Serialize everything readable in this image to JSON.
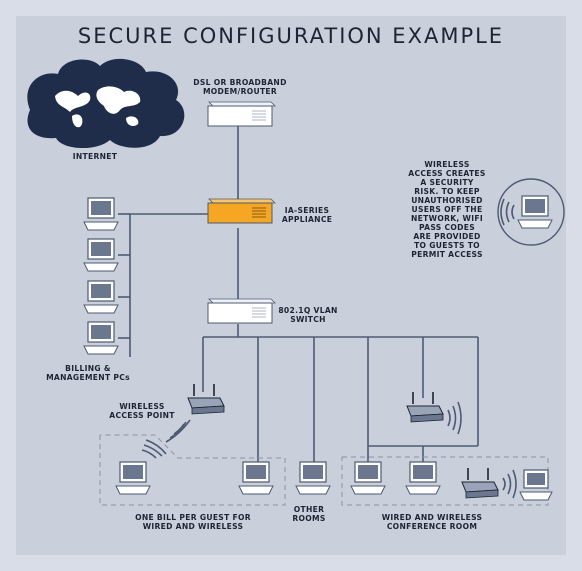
{
  "title": "SECURE CONFIGURATION EXAMPLE",
  "labels": {
    "internet": "INTERNET",
    "modem": "DSL OR BROADBAND\nMODEM/ROUTER",
    "appliance": "IA-SERIES\nAPPLIANCE",
    "vlan_switch": "802.1Q VLAN\nSWITCH",
    "billing": "BILLING &\nMANAGEMENT PCs",
    "access_point": "WIRELESS\nACCESS POINT",
    "one_bill": "ONE BILL PER GUEST FOR\nWIRED AND WIRELESS",
    "other_rooms": "OTHER\nROOMS",
    "conference": "WIRED AND WIRELESS\nCONFERENCE ROOM",
    "wireless_note": "WIRELESS\nACCESS CREATES\nA SECURITY\nRISK. TO KEEP\nUNAUTHORISED\nUSERS OFF THE\nNETWORK, WIFI\nPASS CODES\nARE PROVIDED\nTO GUESTS TO\nPERMIT ACCESS"
  },
  "colors": {
    "panel": "#c9d0dc",
    "line": "#4d5a72",
    "cloud": "#1f2d4a",
    "appliance": "#f5a623",
    "device": "#ffffff"
  }
}
